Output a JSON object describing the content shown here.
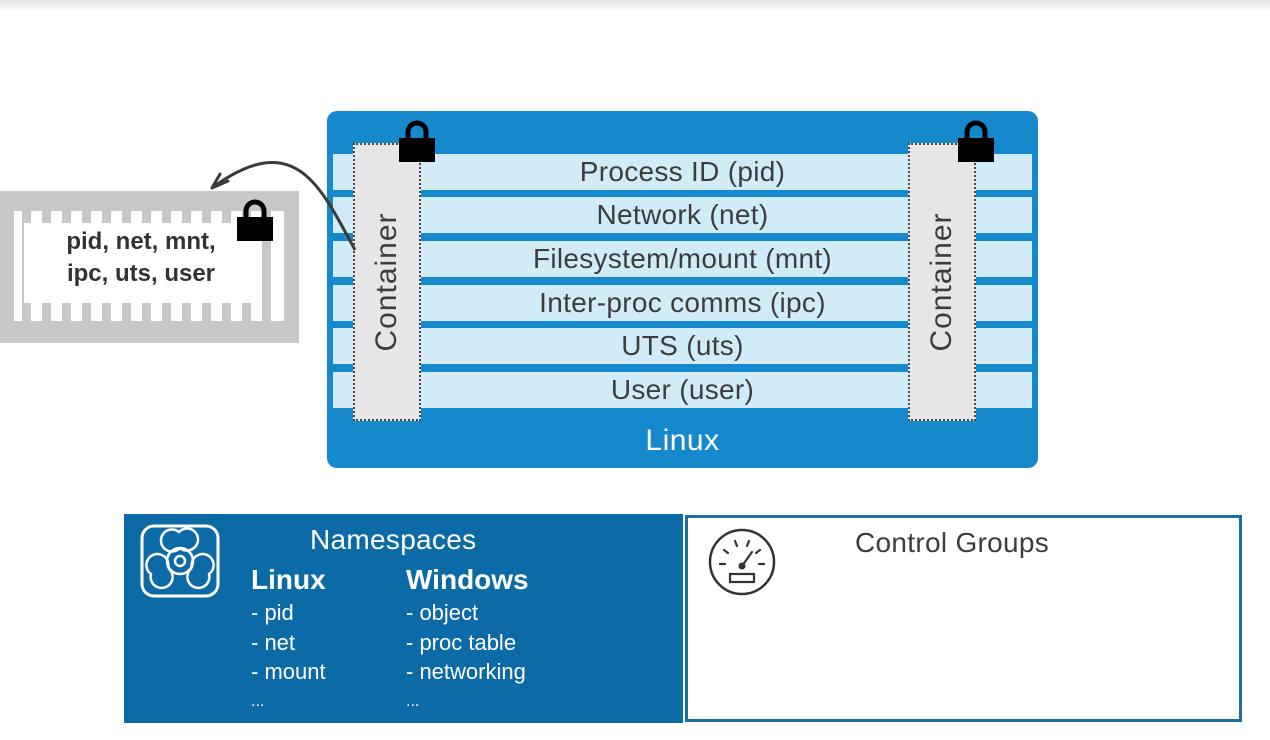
{
  "colors": {
    "linux_blue": "#1689cc",
    "band_light": "#d2ecf7",
    "namespaces_panel": "#0c6aa6",
    "control_groups_border": "#1a6ea8",
    "container_gray": "#e6e6e6",
    "ship_gray": "#c8c8c8",
    "lock": "#000000"
  },
  "linux_block": {
    "label": "Linux",
    "namespaces": [
      "Process ID (pid)",
      "Network (net)",
      "Filesystem/mount (mnt)",
      "Inter-proc comms (ipc)",
      "UTS (uts)",
      "User (user)"
    ],
    "containers": [
      {
        "label": "Container",
        "lock_icon": "lock-icon"
      },
      {
        "label": "Container",
        "lock_icon": "lock-icon"
      }
    ]
  },
  "shipping_container": {
    "icon": "shipping-container-icon",
    "lock_icon": "lock-icon",
    "lines": [
      "pid, net, mnt,",
      "ipc, uts, user"
    ]
  },
  "namespaces_panel": {
    "icon": "biohazard-icon",
    "title": "Namespaces",
    "columns": [
      {
        "heading": "Linux",
        "items": [
          "- pid",
          "- net",
          "- mount",
          "..."
        ]
      },
      {
        "heading": "Windows",
        "items": [
          "- object",
          "- proc table",
          "- networking",
          "..."
        ]
      }
    ]
  },
  "control_groups_panel": {
    "icon": "gauge-icon",
    "title": "Control Groups"
  }
}
